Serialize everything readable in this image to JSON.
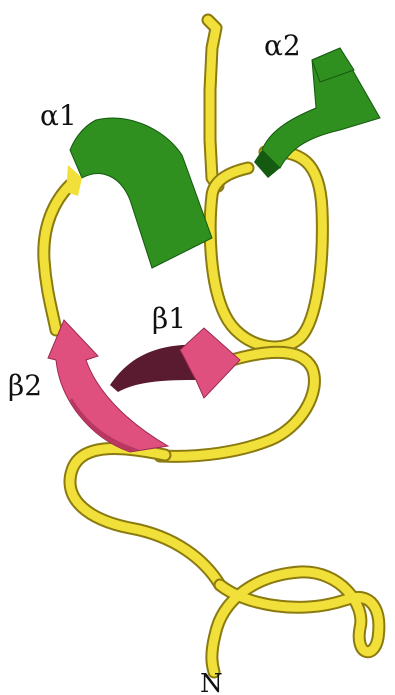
{
  "labels": {
    "alpha1": "α1",
    "alpha2": "α2",
    "beta1": "β1",
    "beta2": "β2",
    "n_terminus": "N"
  },
  "colors": {
    "coil": "#f2e03a",
    "coil_outline": "#8a7a10",
    "coil_shadow": "#5a4a10",
    "helix": "#2f8f1f",
    "helix_dark": "#145a10",
    "sheet": "#e0507e",
    "sheet_dark": "#5a1a30"
  }
}
